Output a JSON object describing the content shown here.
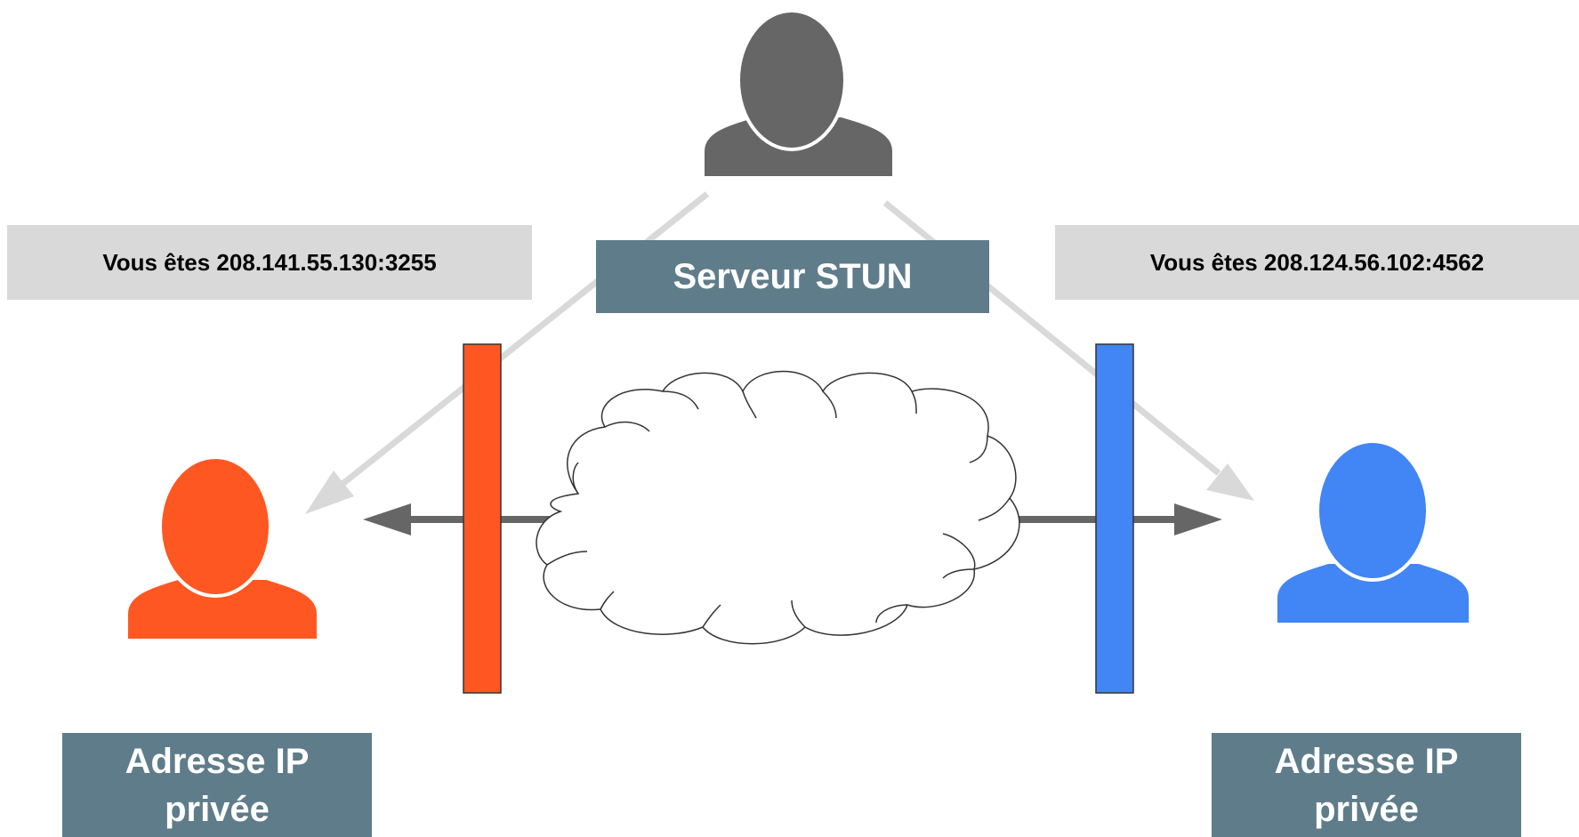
{
  "colors": {
    "server": "#666666",
    "peer_left": "#ff5722",
    "peer_right": "#4285f4",
    "arrow_light": "#d9d9d9",
    "arrow_dark": "#666666",
    "label_bg": "#5f7c8a",
    "info_bg": "#d9d9d9"
  },
  "icons": {
    "server": "user-silhouette-icon",
    "peer_left": "user-silhouette-icon",
    "peer_right": "user-silhouette-icon",
    "internet": "cloud-icon"
  },
  "server": {
    "label": "Serveur STUN"
  },
  "left": {
    "info": "Vous êtes 208.141.55.130:3255",
    "label": "Adresse IP privée"
  },
  "right": {
    "info": "Vous êtes 208.124.56.102:4562",
    "label": "Adresse IP privée"
  }
}
